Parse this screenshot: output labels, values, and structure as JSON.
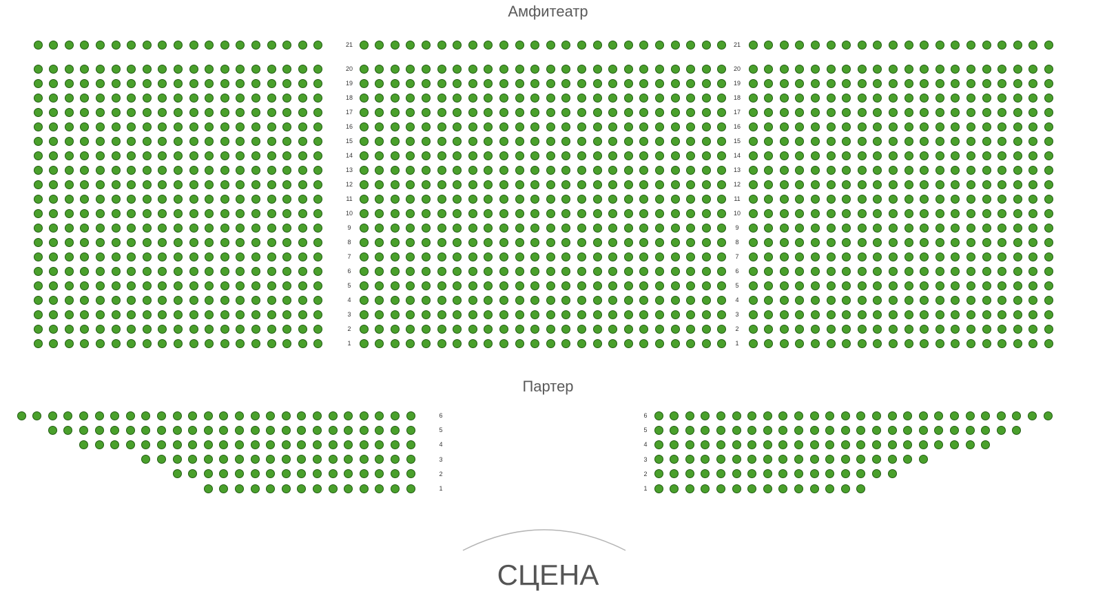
{
  "sections": {
    "amphitheater": {
      "title": "Амфитеатр"
    },
    "parter": {
      "title": "Партер"
    }
  },
  "stage": {
    "label": "СЦЕНА"
  },
  "colors": {
    "seat_available": "#4aa02c",
    "seat_border": "#1f5a10",
    "stage_arc": "#b5b5b5",
    "text": "#5a5a5a"
  },
  "amphitheater_rows": [
    {
      "row": "21",
      "seats_per_block": [
        19,
        24,
        20
      ]
    },
    {
      "row": "20",
      "seats_per_block": [
        19,
        24,
        20
      ]
    },
    {
      "row": "19",
      "seats_per_block": [
        19,
        24,
        20
      ]
    },
    {
      "row": "18",
      "seats_per_block": [
        19,
        24,
        20
      ]
    },
    {
      "row": "17",
      "seats_per_block": [
        19,
        24,
        20
      ]
    },
    {
      "row": "16",
      "seats_per_block": [
        19,
        24,
        20
      ]
    },
    {
      "row": "15",
      "seats_per_block": [
        19,
        24,
        20
      ]
    },
    {
      "row": "14",
      "seats_per_block": [
        19,
        24,
        20
      ]
    },
    {
      "row": "13",
      "seats_per_block": [
        19,
        24,
        20
      ]
    },
    {
      "row": "12",
      "seats_per_block": [
        19,
        24,
        20
      ]
    },
    {
      "row": "11",
      "seats_per_block": [
        19,
        24,
        20
      ]
    },
    {
      "row": "10",
      "seats_per_block": [
        19,
        24,
        20
      ]
    },
    {
      "row": "9",
      "seats_per_block": [
        19,
        24,
        20
      ]
    },
    {
      "row": "8",
      "seats_per_block": [
        19,
        24,
        20
      ]
    },
    {
      "row": "7",
      "seats_per_block": [
        19,
        24,
        20
      ]
    },
    {
      "row": "6",
      "seats_per_block": [
        19,
        24,
        20
      ]
    },
    {
      "row": "5",
      "seats_per_block": [
        19,
        24,
        20
      ]
    },
    {
      "row": "4",
      "seats_per_block": [
        19,
        24,
        20
      ]
    },
    {
      "row": "3",
      "seats_per_block": [
        19,
        24,
        20
      ]
    },
    {
      "row": "2",
      "seats_per_block": [
        19,
        24,
        20
      ]
    },
    {
      "row": "1",
      "seats_per_block": [
        19,
        24,
        20
      ]
    }
  ],
  "parter_rows": [
    {
      "row": "6",
      "left_seats": 26,
      "right_seats": 26
    },
    {
      "row": "5",
      "left_seats": 24,
      "right_seats": 24
    },
    {
      "row": "4",
      "left_seats": 22,
      "right_seats": 22
    },
    {
      "row": "3",
      "left_seats": 18,
      "right_seats": 18
    },
    {
      "row": "2",
      "left_seats": 16,
      "right_seats": 16
    },
    {
      "row": "1",
      "left_seats": 14,
      "right_seats": 14
    }
  ]
}
